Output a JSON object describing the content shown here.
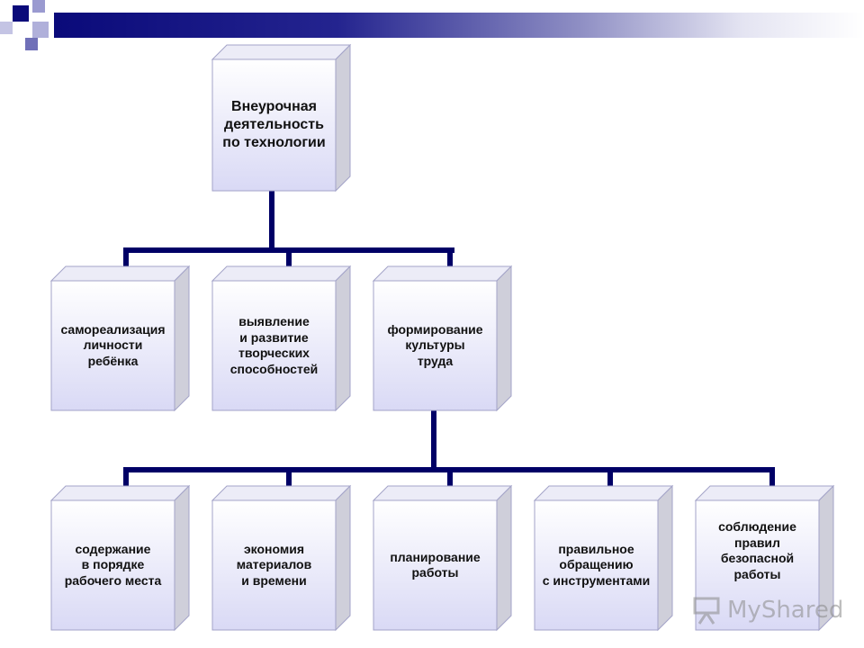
{
  "colors": {
    "connector": "#000066",
    "box_front_top": "#ffffff",
    "box_front_bottom": "#d9d9f5",
    "box_top_face": "#ececf7",
    "box_side_face": "#cfcfda",
    "box_border": "#a3a3c8"
  },
  "root": {
    "label": "Внеурочная\nдеятельность\n по технологии"
  },
  "level1": [
    {
      "label": "самореализация\nличности\nребёнка"
    },
    {
      "label": "выявление\nи развитие\nтворческих\nспособностей"
    },
    {
      "label": "формирование\nкультуры\nтруда"
    }
  ],
  "level2": [
    {
      "label": "содержание\nв порядке\nрабочего места"
    },
    {
      "label": "экономия\nматериалов\nи времени"
    },
    {
      "label": "планирование\nработы"
    },
    {
      "label": "правильное\nобращению\nс инструментами"
    },
    {
      "label": "соблюдение\nправил\nбезопасной\nработы"
    }
  ],
  "watermark": {
    "text": "MyShared",
    "icon": "presentation-board-icon"
  }
}
